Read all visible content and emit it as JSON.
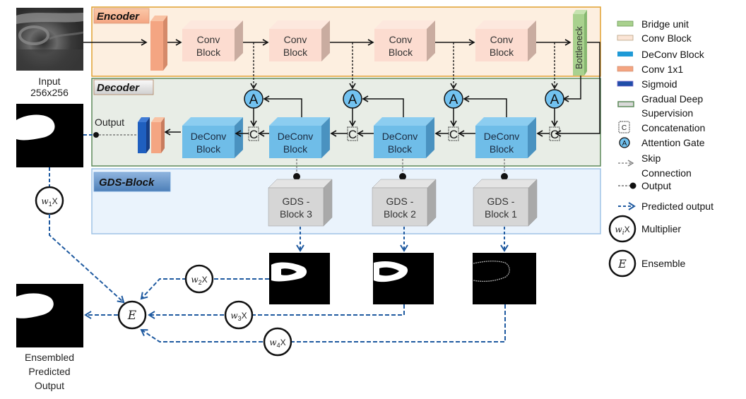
{
  "sections": {
    "encoder": "Encoder",
    "decoder": "Decoder",
    "gds": "GDS-Block"
  },
  "input": {
    "caption_line1": "Input",
    "caption_line2": "256x256"
  },
  "encoder": {
    "conv_blocks": [
      {
        "line1": "Conv",
        "line2": "Block"
      },
      {
        "line1": "Conv",
        "line2": "Block"
      },
      {
        "line1": "Conv",
        "line2": "Block"
      },
      {
        "line1": "Conv",
        "line2": "Block"
      }
    ],
    "bottleneck": "Bottleneck"
  },
  "decoder": {
    "output_label": "Output",
    "deconv_blocks": [
      {
        "line1": "DeConv",
        "line2": "Block"
      },
      {
        "line1": "DeConv",
        "line2": "Block"
      },
      {
        "line1": "DeConv",
        "line2": "Block"
      },
      {
        "line1": "DeConv",
        "line2": "Block"
      }
    ],
    "attention_symbol": "A",
    "concat_symbol": "C"
  },
  "gds_blocks": [
    {
      "line1": "GDS -",
      "line2": "Block 3"
    },
    {
      "line1": "GDS -",
      "line2": "Block 2"
    },
    {
      "line1": "GDS -",
      "line2": "Block 1"
    }
  ],
  "multipliers": [
    {
      "w": "w",
      "sub": "1",
      "x": "X"
    },
    {
      "w": "w",
      "sub": "2",
      "x": "X"
    },
    {
      "w": "w",
      "sub": "3",
      "x": "X"
    },
    {
      "w": "w",
      "sub": "4",
      "x": "X"
    }
  ],
  "ensemble_symbol": "E",
  "ensembled_caption": [
    "Ensembled",
    "Predicted",
    "Output"
  ],
  "legend": {
    "items": [
      {
        "label": "Bridge unit",
        "color": "#a9d18e"
      },
      {
        "label": "Conv Block",
        "color": "#fbe5d6"
      },
      {
        "label": "DeConv Block",
        "color": "#1f9ad6"
      },
      {
        "label": "Conv 1x1",
        "color": "#f4a582"
      },
      {
        "label": "Sigmoid",
        "color": "#1f4ea8"
      },
      {
        "label": "Gradual Deep",
        "label2": "Supervision",
        "color": "#d9d9d9"
      },
      {
        "label": "Concatenation",
        "symbol": "C"
      },
      {
        "label": "Attention Gate",
        "symbol": "A"
      },
      {
        "label": "Skip",
        "label2": "Connection"
      },
      {
        "label": "Output"
      },
      {
        "label": "Predicted output"
      },
      {
        "label": "Multiplier",
        "symbol_w": "w",
        "symbol_sub": "i",
        "symbol_x": "X"
      },
      {
        "label": "Ensemble",
        "symbol": "E"
      }
    ]
  },
  "colors": {
    "encoder_bg": "#fdefe0",
    "encoder_border": "#e0a030",
    "decoder_bg": "#e8ede6",
    "decoder_border": "#5d8a5a",
    "gds_bg": "#eaf3fc",
    "gds_border": "#9fc3e6",
    "conv_block": "#fcdcd0",
    "deconv_block": "#6fbde8",
    "gds_block": "#d6d6d6",
    "bottleneck": "#a9d18e",
    "conv1x1": "#f4a582",
    "sigmoid": "#1f5fbf",
    "attention": "#72c2f0",
    "predicted_line": "#1f5aa0"
  }
}
